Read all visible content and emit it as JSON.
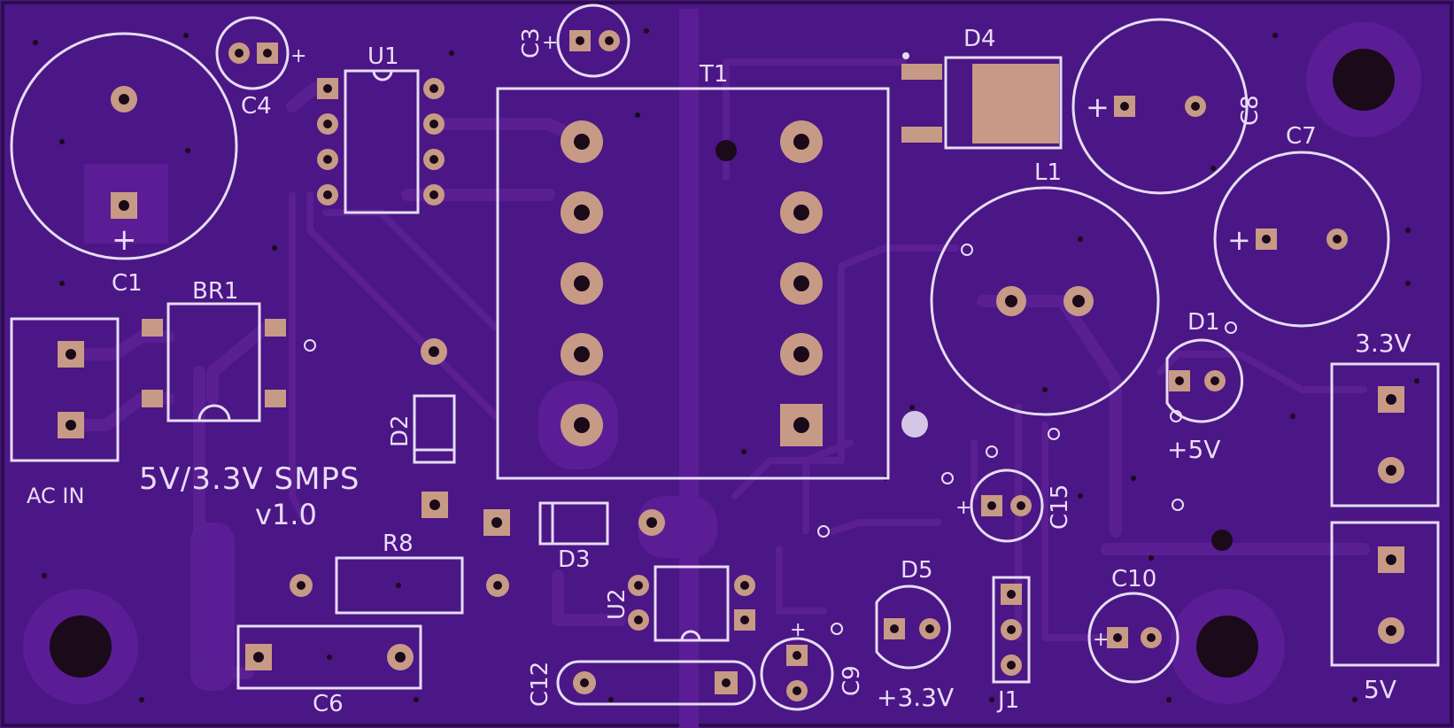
{
  "board": {
    "background": "#4b1685",
    "pour_color": "#5b1d96",
    "silk_color": "#e6dcf4",
    "pad_color": "#c79a86",
    "title_line1": "5V/3.3V SMPS",
    "title_line2": "v1.0"
  },
  "components": {
    "C1": "C1",
    "C3": "C3",
    "C4": "C4",
    "U1": "U1",
    "T1": "T1",
    "D4": "D4",
    "C8": "C8",
    "C7": "C7",
    "L1": "L1",
    "BR1": "BR1",
    "D1": "D1",
    "D2": "D2",
    "D3": "D3",
    "R8": "R8",
    "C6": "C6",
    "U2": "U2",
    "C12": "C12",
    "C9": "C9",
    "D5": "D5",
    "J1": "J1",
    "C10": "C10",
    "C15": "C15"
  },
  "labels": {
    "ac_in": "AC IN",
    "out_33_top": "3.3V",
    "out_5_bottom": "5V",
    "plus5v": "+5V",
    "plus33v": "+3.3V",
    "plus": "+"
  }
}
